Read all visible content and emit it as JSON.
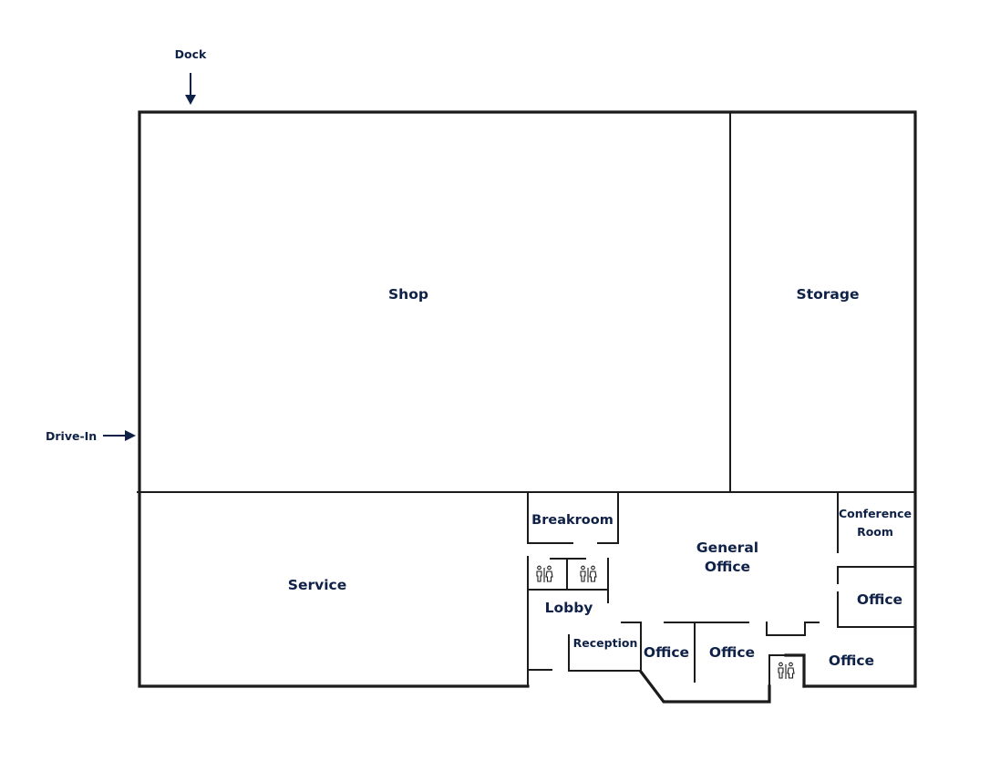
{
  "external_labels": {
    "dock": "Dock",
    "drive_in": "Drive-In"
  },
  "rooms": {
    "shop": "Shop",
    "storage": "Storage",
    "service": "Service",
    "breakroom": "Breakroom",
    "lobby": "Lobby",
    "reception": "Reception",
    "general_office_line1": "General",
    "general_office_line2": "Office",
    "conference_line1": "Conference",
    "conference_line2": "Room",
    "office_upper_right": "Office",
    "office_bottom_1": "Office",
    "office_bottom_2": "Office",
    "office_bottom_right": "Office"
  },
  "icons": {
    "restroom": "restroom-icon",
    "arrow": "arrow-icon"
  },
  "colors": {
    "label": "#0f2147",
    "wall": "#1b1b1b",
    "background": "#ffffff"
  }
}
